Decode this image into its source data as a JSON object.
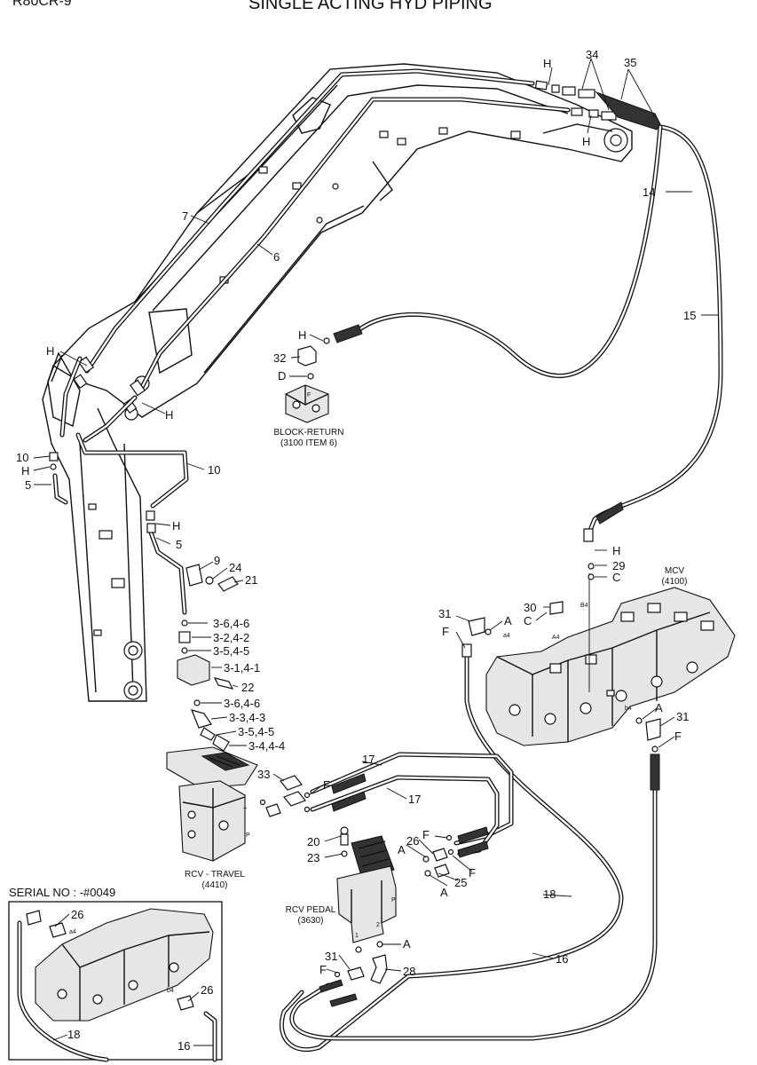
{
  "header": {
    "model": "R80CR-9",
    "title": "SINGLE ACTING HYD PIPING"
  },
  "assemblies": {
    "block_return": [
      "BLOCK-RETURN",
      "(3100 ITEM 6)"
    ],
    "mcv": [
      "MCV",
      "(4100)"
    ],
    "rcv_travel": [
      "RCV - TRAVEL",
      "(4410)"
    ],
    "rcv_pedal": [
      "RCV PEDAL",
      "(3630)"
    ]
  },
  "inset": {
    "label": "SERIAL NO : -#0049"
  },
  "callouts": {
    "c34": "34",
    "c35": "35",
    "c14": "14",
    "c15": "15",
    "c7": "7",
    "c6": "6",
    "c32": "32",
    "c10a": "10",
    "c10b": "10",
    "c5a": "5",
    "c5b": "5",
    "c9": "9",
    "c24": "24",
    "c21": "21",
    "c22": "22",
    "c36_46": "3-6,4-6",
    "c32_42": "3-2,4-2",
    "c35_45": "3-5,4-5",
    "c31_41": "3-1,4-1",
    "c36_46b": "3-6,4-6",
    "c33_43": "3-3,4-3",
    "c35_45b": "3-5,4-5",
    "c34_44": "3-4,4-4",
    "c29": "29",
    "c30": "30",
    "c31a": "31",
    "c31b": "31",
    "c31c": "31",
    "c33": "33",
    "c17a": "17",
    "c17b": "17",
    "c20": "20",
    "c23": "23",
    "c26a": "26",
    "c26b": "26",
    "c26c": "26",
    "c25": "25",
    "c18a": "18",
    "c18b": "18",
    "c16a": "16",
    "c16b": "16",
    "c28": "28"
  },
  "letters": {
    "H1": "H",
    "H2": "H",
    "H3": "H",
    "H4": "H",
    "H5": "H",
    "H6": "H",
    "H7": "H",
    "H8": "H",
    "D": "D",
    "C1": "C",
    "C2": "C",
    "A1": "A",
    "A2": "A",
    "A3": "A",
    "A4": "A",
    "A5": "A",
    "F1": "F",
    "F2": "F",
    "F3": "F",
    "F4": "F",
    "F5": "F",
    "F6": "F"
  },
  "port_marks": {
    "b4a": "B4",
    "a4a": "a4",
    "A4": "A4",
    "b4b": "b4",
    "a4b": "a4",
    "b4c": "b4",
    "T": "T",
    "P1": "P",
    "P2": "P",
    "one": "1",
    "two": "2",
    "Fport": "F"
  }
}
